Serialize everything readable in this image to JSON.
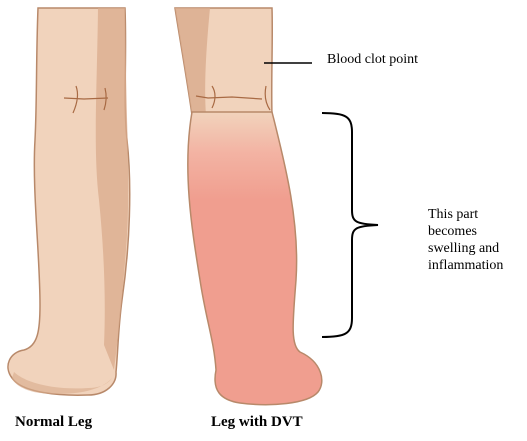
{
  "labels": {
    "normal_leg": "Normal Leg",
    "dvt_leg": "Leg with DVT",
    "clot_point": "Blood clot point",
    "swelling_lines": [
      "This part",
      "becomes",
      "swelling and",
      "inflammation"
    ]
  },
  "colors": {
    "skin": "#f1d3bc",
    "skin_shadow": "#d9ab8c",
    "skin_outline": "#b8896a",
    "inflamed": "#f09e8f",
    "crease": "#a86a44",
    "pointer": "#000000"
  }
}
